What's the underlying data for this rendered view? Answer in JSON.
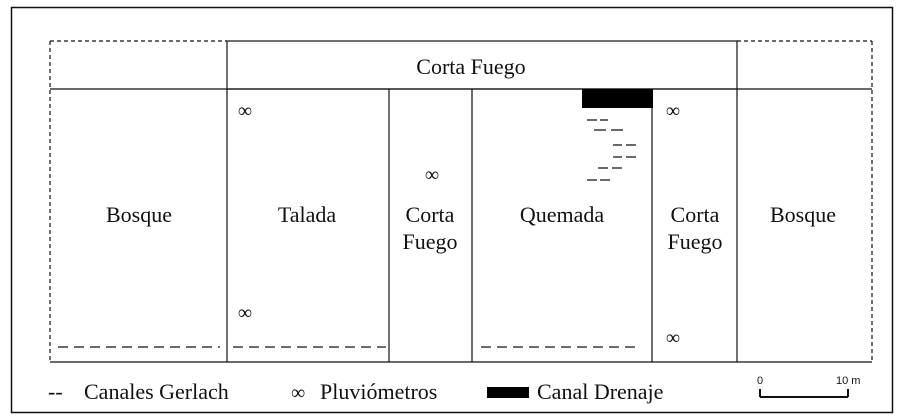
{
  "plot": {
    "header": {
      "label": "Corta Fuego"
    },
    "zones": [
      {
        "label": "Bosque",
        "type": "forest"
      },
      {
        "label": "Talada",
        "type": "cleared"
      },
      {
        "label": "Corta Fuego",
        "type": "firebreak"
      },
      {
        "label": "Quemada",
        "type": "burned"
      },
      {
        "label": "Corta Fuego",
        "type": "firebreak"
      },
      {
        "label": "Bosque",
        "type": "forest"
      }
    ],
    "pluviometer_symbol": "∞"
  },
  "legend": {
    "gerlach_symbol": "--",
    "gerlach_label": "Canales Gerlach",
    "pluviometer_symbol": "∞",
    "pluviometer_label": "Pluviómetros",
    "drain_label": "Canal Drenaje"
  },
  "scale_bar": {
    "start": "0",
    "end": "10 m"
  },
  "colors": {
    "line": "#111111",
    "drain": "#000000"
  }
}
